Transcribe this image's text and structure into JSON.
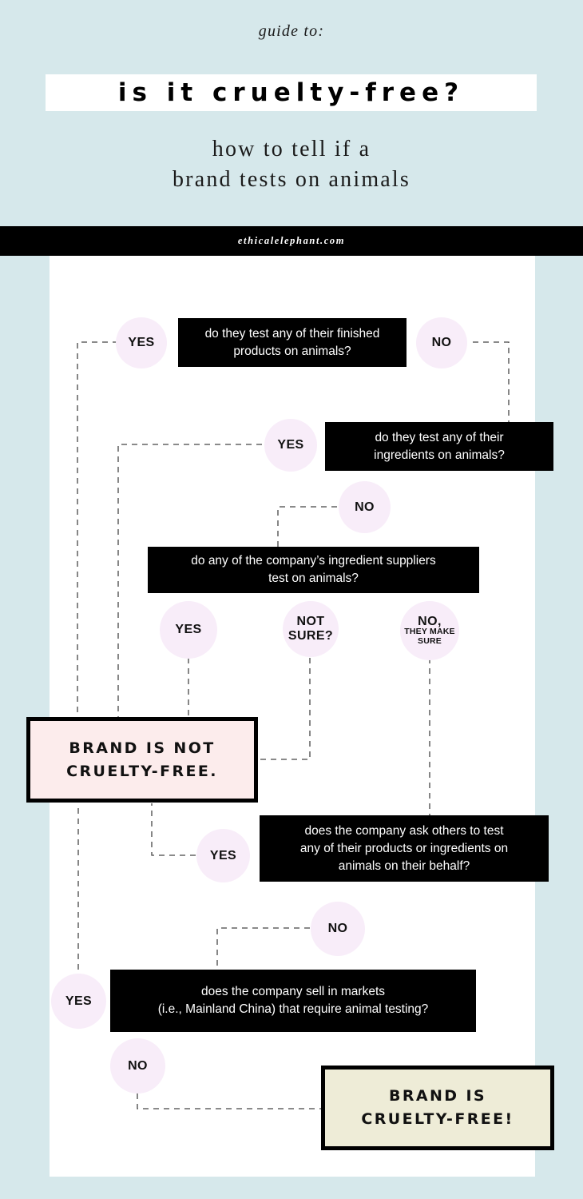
{
  "header": {
    "eyebrow": "guide to:",
    "title": "is it cruelty-free?",
    "subtitle_line1": "how to tell if a",
    "subtitle_line2": "brand tests on animals",
    "site_url": "ethicalelephant.com"
  },
  "colors": {
    "page_background": "#d6e8eb",
    "canvas": "#ffffff",
    "question_box": "#000000",
    "bubble": "#f8edf9",
    "result_negative": "#fcecec",
    "result_positive": "#eeecd7",
    "banner": "#000000"
  },
  "flow": {
    "questions": [
      {
        "id": "q1",
        "line1": "do they test any of their finished",
        "line2": "products on animals?"
      },
      {
        "id": "q2",
        "line1": "do they test any of their",
        "line2": "ingredients on animals?"
      },
      {
        "id": "q3",
        "line1": "do any of the company’s ingredient suppliers",
        "line2": "test on animals?"
      },
      {
        "id": "q4",
        "line1": "does the company ask others to test",
        "line2": "any of their products or ingredients on",
        "line3": "animals on their behalf?"
      },
      {
        "id": "q5",
        "line1": "does the company sell in markets",
        "line2": "(i.e., Mainland China) that require animal testing?"
      }
    ],
    "answers": [
      {
        "id": "q1-yes",
        "label": "YES",
        "sub": ""
      },
      {
        "id": "q1-no",
        "label": "NO",
        "sub": ""
      },
      {
        "id": "q2-yes",
        "label": "YES",
        "sub": ""
      },
      {
        "id": "q2-no",
        "label": "NO",
        "sub": ""
      },
      {
        "id": "q3-yes",
        "label": "YES",
        "sub": ""
      },
      {
        "id": "q3-notsure-1",
        "label": "NOT",
        "sub": "SURE?"
      },
      {
        "id": "q3-no",
        "label": "NO,",
        "sub": "THEY MAKE SURE"
      },
      {
        "id": "q4-yes",
        "label": "YES",
        "sub": ""
      },
      {
        "id": "q4-no",
        "label": "NO",
        "sub": ""
      },
      {
        "id": "q5-yes",
        "label": "YES",
        "sub": ""
      },
      {
        "id": "q5-no",
        "label": "NO",
        "sub": ""
      }
    ],
    "results": [
      {
        "id": "not-cruelty-free",
        "line1": "BRAND IS NOT",
        "line2": "CRUELTY-FREE."
      },
      {
        "id": "cruelty-free",
        "line1": "BRAND IS",
        "line2": "CRUELTY-FREE!"
      }
    ]
  }
}
